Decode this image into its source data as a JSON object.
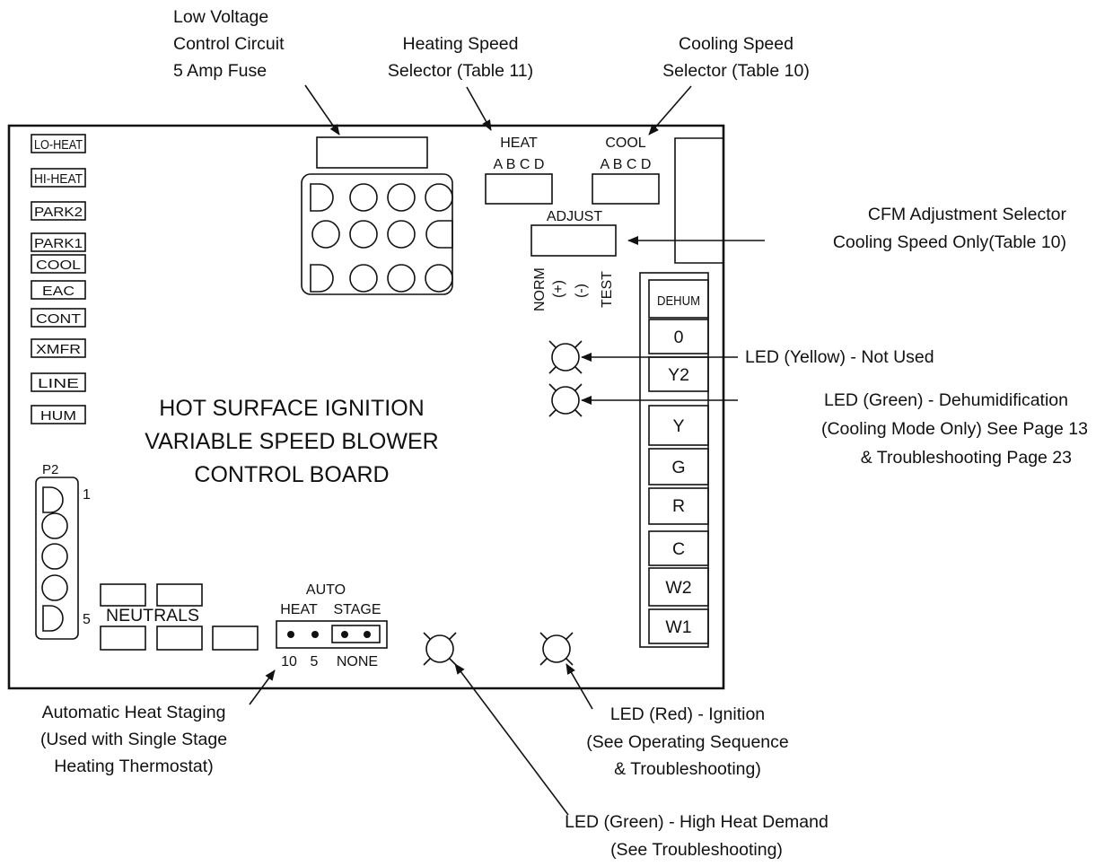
{
  "board": {
    "title_lines": [
      "HOT SURFACE IGNITION",
      "VARIABLE SPEED BLOWER",
      "CONTROL BOARD"
    ],
    "left_terminals": [
      "LO-HEAT",
      "HI-HEAT",
      "PARK2",
      "PARK1",
      "COOL",
      "EAC",
      "CONT",
      "XMFR",
      "LINE",
      "HUM"
    ],
    "p2": {
      "label": "P2",
      "pin_first": "1",
      "pin_last": "5"
    },
    "neutrals_label": "NEUTRALS",
    "heat_selector": {
      "title": "HEAT",
      "letters": "A B C D"
    },
    "cool_selector": {
      "title": "COOL",
      "letters": "A B C D"
    },
    "adjust": {
      "title": "ADJUST",
      "options": [
        "NORM",
        "(+)",
        "(-)",
        "TEST"
      ]
    },
    "auto_staging": {
      "auto": "AUTO",
      "heat": "HEAT",
      "stage": "STAGE",
      "values": [
        "10",
        "5",
        "NONE"
      ]
    },
    "thermostat_terminals": [
      "DEHUM",
      "0",
      "Y2",
      "Y",
      "G",
      "R",
      "C",
      "W2",
      "W1"
    ]
  },
  "callouts": {
    "fuse": [
      "Low Voltage",
      "Control Circuit",
      "5 Amp Fuse"
    ],
    "heating_speed": [
      "Heating Speed",
      "Selector (Table 11)"
    ],
    "cooling_speed": [
      "Cooling Speed",
      "Selector (Table 10)"
    ],
    "cfm": [
      "CFM Adjustment Selector",
      "Cooling Speed Only(Table 10)"
    ],
    "led_yellow": [
      "LED (Yellow) - Not Used"
    ],
    "led_green_dehum": [
      "LED (Green) - Dehumidification",
      "(Cooling Mode Only) See Page 13",
      "& Troubleshooting Page 23"
    ],
    "auto_heat_staging": [
      "Automatic Heat Staging",
      "(Used with Single Stage",
      "Heating Thermostat)"
    ],
    "led_red": [
      "LED (Red) - Ignition",
      "(See Operating Sequence",
      "& Troubleshooting)"
    ],
    "led_green_high": [
      "LED (Green) - High Heat Demand",
      "(See Troubleshooting)"
    ]
  }
}
